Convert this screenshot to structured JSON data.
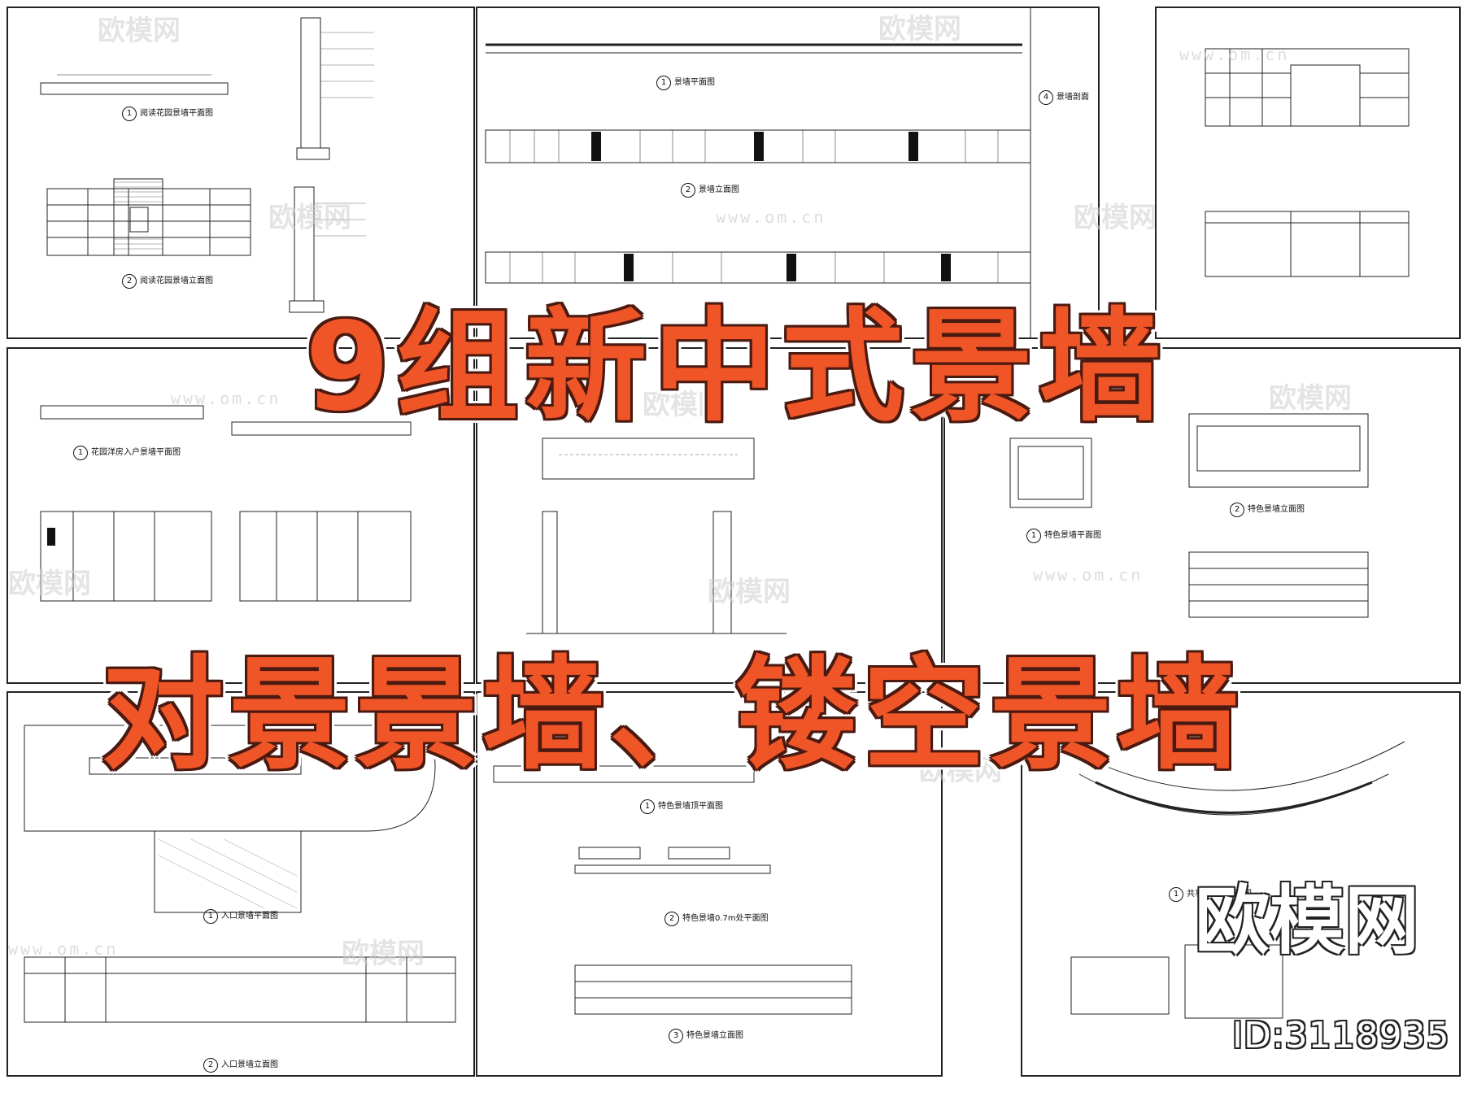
{
  "headline": {
    "line1": "9组新中式景墙",
    "line2": "对景景墙、镂空景墙"
  },
  "watermark": {
    "brand": "欧模网",
    "url": "www.om.cn",
    "id": "ID:3118935"
  },
  "captions": {
    "c1": "阅读花园景墙平面图",
    "c2": "阅读花园景墙立面图",
    "c3": "景墙平面图",
    "c4": "景墙立面图",
    "c5": "景墙剖面",
    "c6": "花园洋房入户景墙平面图",
    "c7": "特色景墙平面图",
    "c8": "特色景墙立面图",
    "c9": "入口景墙平面图",
    "c10": "入口景墙立面图",
    "c11": "特色景墙顶平面图",
    "c12": "特色景墙0.7m处平面图",
    "c13": "特色景墙立面图",
    "c14": "共享庭景墙平面图"
  },
  "colors": {
    "headline_fill": "#f05528",
    "headline_stroke": "#4a1a10",
    "line": "#222222"
  }
}
